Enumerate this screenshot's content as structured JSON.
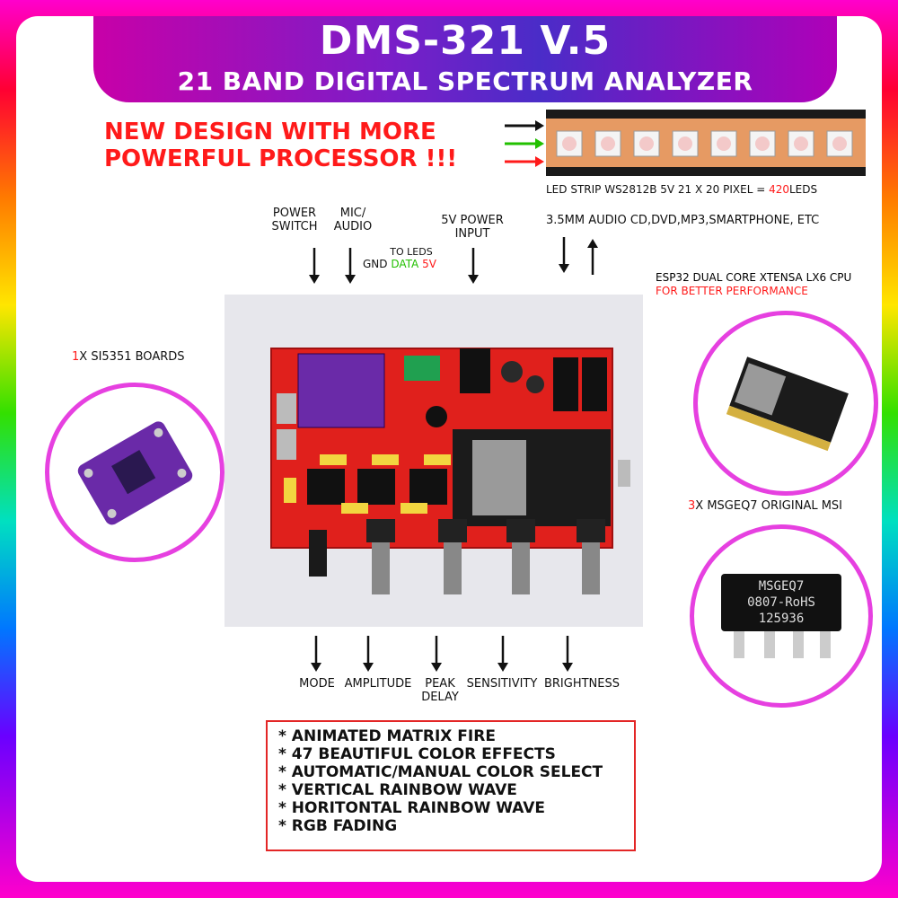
{
  "header": {
    "title": "DMS-321 V.5",
    "subtitle": "21 BAND DIGITAL SPECTRUM ANALYZER"
  },
  "promo": {
    "line1": "NEW DESIGN WITH MORE",
    "line2": "POWERFUL PROCESSOR !!!"
  },
  "led_strip": {
    "caption_prefix": "LED STRIP WS2812B 5V 21 X 20 PIXEL = ",
    "caption_count": "420",
    "caption_suffix": "LEDS"
  },
  "top_labels": {
    "power_switch_1": "POWER",
    "power_switch_2": "SWITCH",
    "mic_1": "MIC/",
    "mic_2": "AUDIO",
    "to_leds": "TO LEDS",
    "gnd": "GND",
    "data": "DATA",
    "v5": "5V",
    "power_input_1": "5V POWER",
    "power_input_2": "INPUT",
    "audio": "3.5MM AUDIO  CD,DVD,MP3,SMARTPHONE, ETC"
  },
  "esp32": {
    "line1": "ESP32 DUAL CORE XTENSA LX6 CPU",
    "line2": "FOR BETTER PERFORMANCE"
  },
  "si5351": {
    "count": "1",
    "label": "X SI5351 BOARDS"
  },
  "msgeq7": {
    "count": "3",
    "label": "X MSGEQ7 ORIGINAL MSI",
    "chip_line1": "MSGEQ7",
    "chip_line2": "0807-RoHS",
    "chip_line3": "125936"
  },
  "knobs": {
    "mode": "MODE",
    "amplitude": "AMPLITUDE",
    "peak_1": "PEAK",
    "peak_2": "DELAY",
    "sensitivity": "SENSITIVITY",
    "brightness": "BRIGHTNESS"
  },
  "features": [
    "* ANIMATED MATRIX FIRE",
    "* 47 BEAUTIFUL COLOR EFFECTS",
    "* AUTOMATIC/MANUAL COLOR SELECT",
    "* VERTICAL RAINBOW WAVE",
    "* HORITONTAL RAINBOW WAVE",
    "* RGB FADING"
  ],
  "colors": {
    "accent_red": "#ff1a1a",
    "accent_green": "#22c000",
    "banner_purple": "#7a1ec8",
    "circle_border": "#e640e0",
    "pcb_red": "#e0201c"
  },
  "icons": [
    "arrow-down-icon",
    "arrow-up-icon",
    "arrow-right-icon"
  ]
}
